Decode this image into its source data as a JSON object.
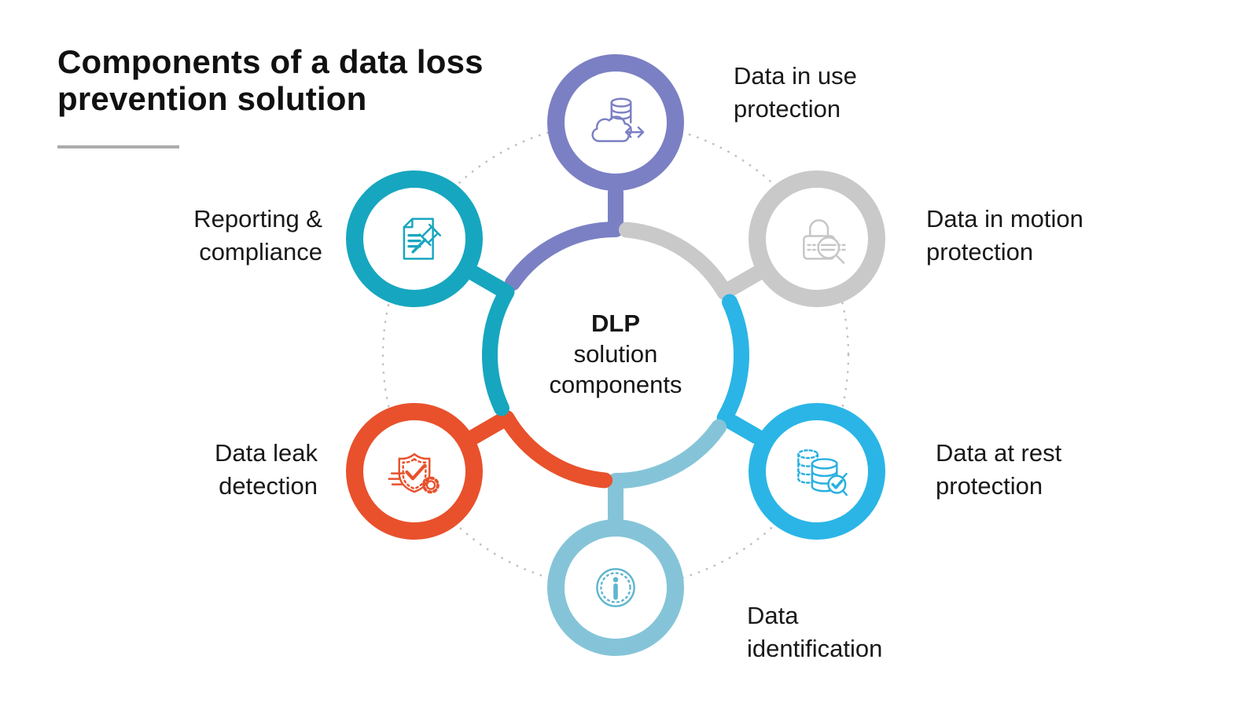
{
  "title": {
    "line1": "Components of a data loss",
    "line2": "prevention solution"
  },
  "center": {
    "line1": "DLP",
    "line2": "solution",
    "line3": "components"
  },
  "nodes": [
    {
      "id": "data-in-use",
      "label_line1": "Data in use",
      "label_line2": "protection",
      "color": "#7B80C4",
      "icon_color": "#7B80C4",
      "icon": "cloud-database-sync-icon"
    },
    {
      "id": "data-in-motion",
      "label_line1": "Data in motion",
      "label_line2": "protection",
      "color": "#C9C9CA",
      "icon_color": "#C6C6C7",
      "icon": "lock-magnifier-icon"
    },
    {
      "id": "data-at-rest",
      "label_line1": "Data at rest",
      "label_line2": "protection",
      "color": "#2AB5E6",
      "icon_color": "#2AB0E0",
      "icon": "database-check-icon"
    },
    {
      "id": "data-identification",
      "label_line1": "Data",
      "label_line2": "identification",
      "color": "#85C4D8",
      "icon_color": "#5FB6CE",
      "icon": "info-icon"
    },
    {
      "id": "data-leak-detection",
      "label_line1": "Data leak",
      "label_line2": "detection",
      "color": "#E8512C",
      "icon_color": "#E8512C",
      "icon": "shield-check-gear-icon"
    },
    {
      "id": "reporting-compliance",
      "label_line1": "Reporting &",
      "label_line2": "compliance",
      "color": "#17A6BF",
      "icon_color": "#17A6BF",
      "icon": "document-gavel-icon"
    }
  ],
  "colors": {
    "background": "#FFFFFF",
    "text": "#1A1A1A",
    "dotted_ring": "#BFBFBF",
    "divider": "#ACACAC"
  }
}
